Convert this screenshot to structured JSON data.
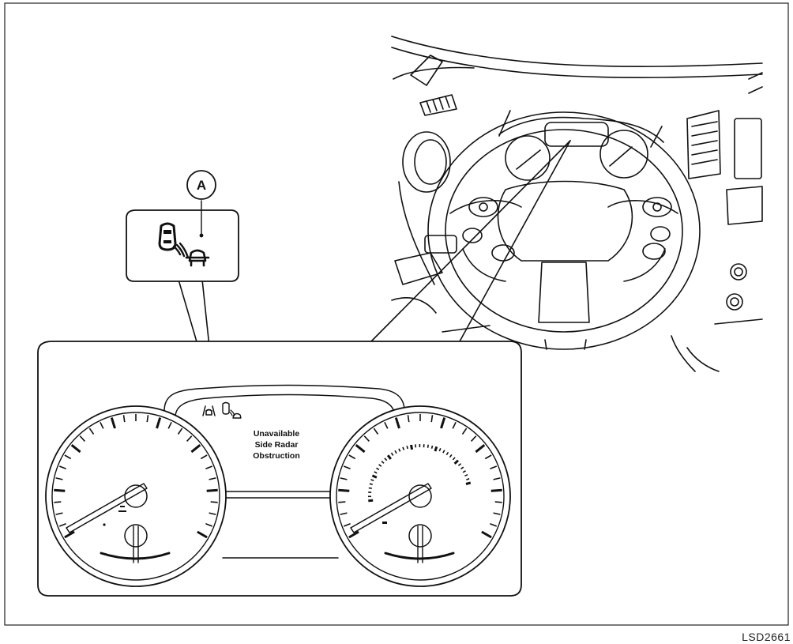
{
  "figure": {
    "code": "LSD2661",
    "callout_letter": "A",
    "display_message": [
      "Unavailable",
      "Side Radar",
      "Obstruction"
    ]
  },
  "icons": {
    "callout_a": "side-radar-obstruction-warning-icon",
    "display_left": "lane-departure-icon",
    "display_right": "blind-spot-icon"
  },
  "colors": {
    "ink": "#111111",
    "background": "#ffffff"
  }
}
